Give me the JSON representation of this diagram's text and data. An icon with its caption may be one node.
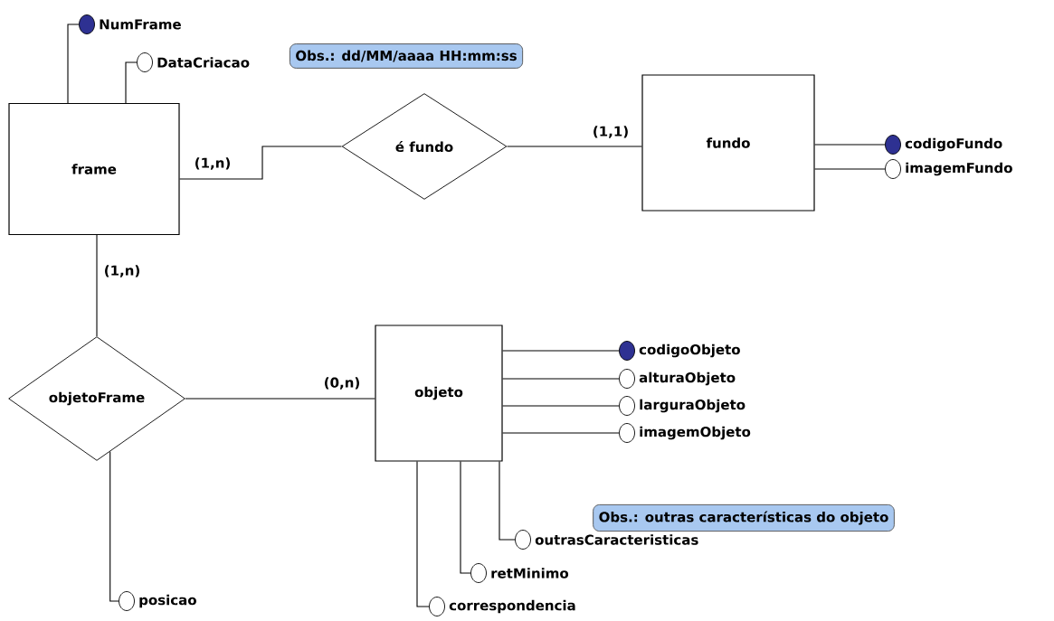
{
  "diagram": {
    "nodes": [
      {
        "text": [],
        "shape": "dot",
        "beside": [
          "NumFrame"
        ]
      },
      {
        "text": [],
        "shape": "circle",
        "beside": [
          "DataCriacao"
        ]
      },
      {
        "text": [
          "Obs.: dd/MM/aaaa HH:mm:ss"
        ]
      },
      {
        "text": [
          "frame"
        ]
      },
      {
        "text": [
          "é fundo"
        ]
      },
      {
        "text": [
          "fundo"
        ]
      },
      {
        "text": [],
        "shape": "dot",
        "beside": [
          "codigoFundo"
        ]
      },
      {
        "text": [],
        "shape": "circle",
        "beside": [
          "imagemFundo"
        ]
      },
      {
        "text": [
          "objetoFrame"
        ]
      },
      {
        "text": [
          "objeto"
        ]
      },
      {
        "text": [],
        "shape": "dot",
        "beside": [
          "codigoObjeto"
        ]
      },
      {
        "text": [],
        "shape": "circle",
        "beside": [
          "alturaObjeto"
        ]
      },
      {
        "text": [],
        "shape": "circle",
        "beside": [
          "larguraObjeto"
        ]
      },
      {
        "text": [],
        "shape": "circle",
        "beside": [
          "imagemObjeto"
        ]
      },
      {
        "text": [
          "Obs.: outras características do objeto"
        ]
      },
      {
        "text": [],
        "shape": "circle",
        "beside": [
          "outrasCaracteristicas"
        ]
      },
      {
        "text": [],
        "shape": "circle",
        "beside": [
          "retMinimo"
        ]
      },
      {
        "text": [],
        "shape": "circle",
        "beside": [
          "posicao"
        ]
      },
      {
        "text": [],
        "shape": "circle",
        "beside": [
          "correspondencia"
        ]
      }
    ],
    "edges": [
      {
        "from": 3,
        "to": 0,
        "arrow": "none"
      },
      {
        "from": 3,
        "to": 1,
        "arrow": "none"
      },
      {
        "from": 3,
        "to": 4,
        "arrow": "none",
        "label": "(1,n)"
      },
      {
        "from": 4,
        "to": 5,
        "arrow": "none",
        "label": "(1,1)"
      },
      {
        "from": 5,
        "to": 6,
        "arrow": "none"
      },
      {
        "from": 5,
        "to": 7,
        "arrow": "none"
      },
      {
        "from": 3,
        "to": 8,
        "arrow": "none",
        "label": "(1,n)"
      },
      {
        "from": 8,
        "to": 9,
        "arrow": "none",
        "label": "(0,n)"
      },
      {
        "from": 9,
        "to": 10,
        "arrow": "none"
      },
      {
        "from": 9,
        "to": 11,
        "arrow": "none"
      },
      {
        "from": 9,
        "to": 12,
        "arrow": "none"
      },
      {
        "from": 9,
        "to": 13,
        "arrow": "none"
      },
      {
        "from": 9,
        "to": 15,
        "arrow": "none"
      },
      {
        "from": 9,
        "to": 16,
        "arrow": "none"
      },
      {
        "from": 8,
        "to": 17,
        "arrow": "none"
      },
      {
        "from": 9,
        "to": 18,
        "arrow": "none"
      }
    ]
  }
}
